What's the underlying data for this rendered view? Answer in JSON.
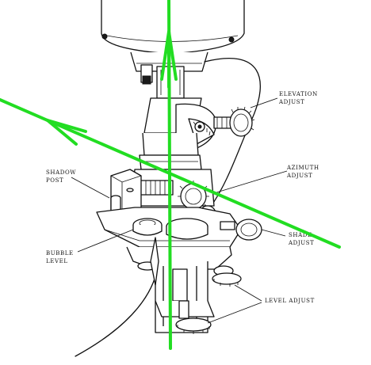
{
  "labels": {
    "elevation": [
      "ELEVATION",
      "ADJUST"
    ],
    "shadow_post": [
      "SHADOW",
      "POST"
    ],
    "azimuth": [
      "AZIMUTH",
      "ADJUST"
    ],
    "shade": [
      "SHADE",
      "ADJUST"
    ],
    "bubble": [
      "BUBBLE",
      "LEVEL"
    ],
    "level": [
      "LEVEL ADJUST"
    ]
  },
  "colors": {
    "ink": "#111111",
    "overlay_green": "#22dd22",
    "background": "#ffffff"
  }
}
